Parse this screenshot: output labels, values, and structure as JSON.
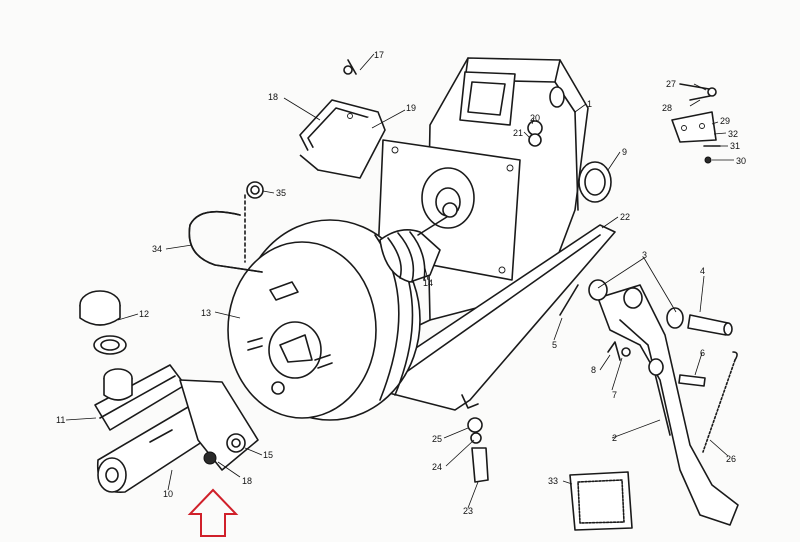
{
  "part_labels": [
    "1",
    "2",
    "3",
    "4",
    "5",
    "6",
    "7",
    "8",
    "9",
    "10",
    "11",
    "12",
    "13",
    "14",
    "15",
    "17",
    "18",
    "18",
    "19",
    "20",
    "21",
    "22",
    "23",
    "24",
    "25",
    "26",
    "27",
    "28",
    "29",
    "30",
    "31",
    "32",
    "33",
    "34",
    "35"
  ],
  "accent": "#d0202a"
}
